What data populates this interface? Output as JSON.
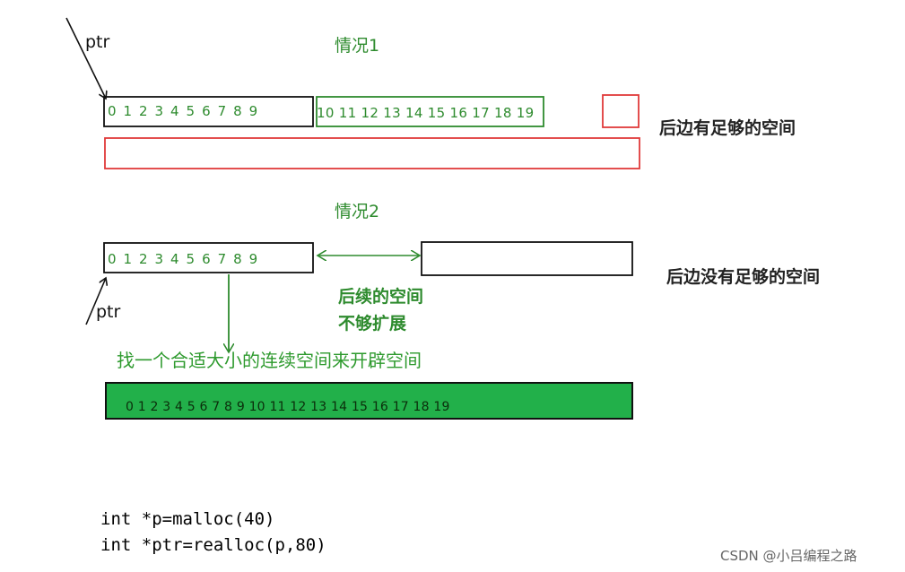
{
  "case1": {
    "title": "情况1",
    "ptr_label": "ptr",
    "original_block": "0 1 2 3 4 5 6 7 8 9",
    "extension_block": "10 11 12 13 14 15 16 17 18 19",
    "note": "后边有足够的空间"
  },
  "case2": {
    "title": "情况2",
    "ptr_label": "ptr",
    "original_block": "0 1 2 3 4 5 6 7 8 9",
    "note": "后边没有足够的空间",
    "gap_note_line1": "后续的空间",
    "gap_note_line2": "不够扩展",
    "search_note": "找一个合适大小的连续空间来开辟空间",
    "new_block": "0  1  2  3  4  5  6  7  8  9  10  11  12  13  14  15  16  17  18  19"
  },
  "code": {
    "line1": "int *p=malloc(40)",
    "line2": "int *ptr=realloc(p,80)"
  },
  "watermark": "CSDN @小吕编程之路",
  "colors": {
    "black": "#111111",
    "green": "#2e8b2e",
    "red": "#e03a3a",
    "fill_green": "#22b04a"
  }
}
